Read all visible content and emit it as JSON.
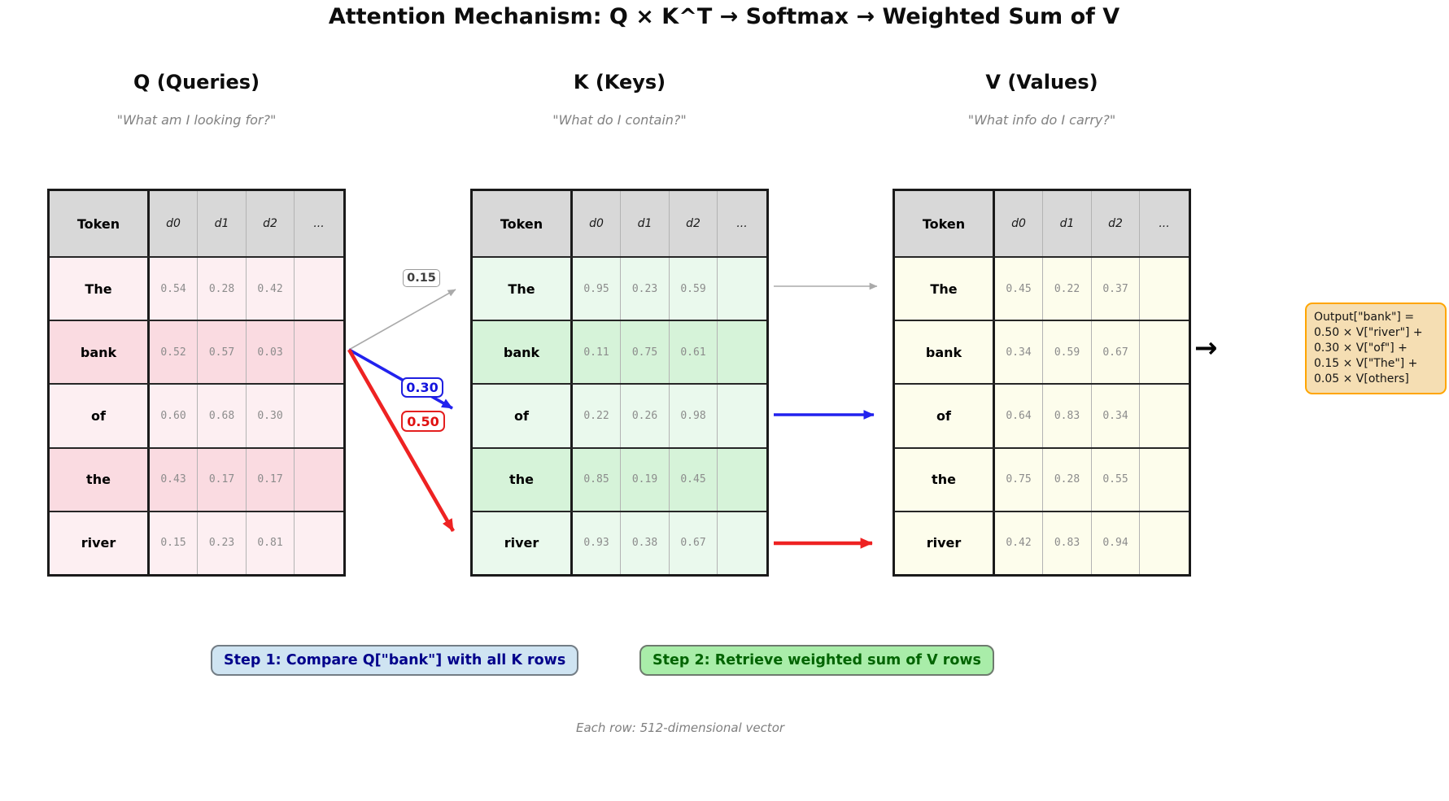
{
  "title": "Attention Mechanism: Q × K^T → Softmax → Weighted Sum of V",
  "matrices": {
    "q": {
      "heading": "Q (Queries)",
      "subtitle": "\"What am I looking for?\"",
      "headers": [
        "Token",
        "d0",
        "d1",
        "d2",
        "..."
      ],
      "rows": [
        {
          "token": "The",
          "values": [
            "0.54",
            "0.28",
            "0.42"
          ]
        },
        {
          "token": "bank",
          "values": [
            "0.52",
            "0.57",
            "0.03"
          ]
        },
        {
          "token": "of",
          "values": [
            "0.60",
            "0.68",
            "0.30"
          ]
        },
        {
          "token": "the",
          "values": [
            "0.43",
            "0.17",
            "0.17"
          ]
        },
        {
          "token": "river",
          "values": [
            "0.15",
            "0.23",
            "0.81"
          ]
        }
      ]
    },
    "k": {
      "heading": "K (Keys)",
      "subtitle": "\"What do I contain?\"",
      "headers": [
        "Token",
        "d0",
        "d1",
        "d2",
        "..."
      ],
      "rows": [
        {
          "token": "The",
          "values": [
            "0.95",
            "0.23",
            "0.59"
          ]
        },
        {
          "token": "bank",
          "values": [
            "0.11",
            "0.75",
            "0.61"
          ]
        },
        {
          "token": "of",
          "values": [
            "0.22",
            "0.26",
            "0.98"
          ]
        },
        {
          "token": "the",
          "values": [
            "0.85",
            "0.19",
            "0.45"
          ]
        },
        {
          "token": "river",
          "values": [
            "0.93",
            "0.38",
            "0.67"
          ]
        }
      ]
    },
    "v": {
      "heading": "V (Values)",
      "subtitle": "\"What info do I carry?\"",
      "headers": [
        "Token",
        "d0",
        "d1",
        "d2",
        "..."
      ],
      "rows": [
        {
          "token": "The",
          "values": [
            "0.45",
            "0.22",
            "0.37"
          ]
        },
        {
          "token": "bank",
          "values": [
            "0.34",
            "0.59",
            "0.67"
          ]
        },
        {
          "token": "of",
          "values": [
            "0.64",
            "0.83",
            "0.34"
          ]
        },
        {
          "token": "the",
          "values": [
            "0.75",
            "0.28",
            "0.55"
          ]
        },
        {
          "token": "river",
          "values": [
            "0.42",
            "0.83",
            "0.94"
          ]
        }
      ]
    }
  },
  "attention_weights": {
    "to_The": "0.15",
    "to_of": "0.30",
    "to_river": "0.50"
  },
  "output_arrow": "→",
  "output_box": {
    "lines": [
      "Output[\"bank\"] =",
      "0.50 × V[\"river\"] +",
      "0.30 × V[\"of\"] +",
      "0.15 × V[\"The\"] +",
      "0.05 × V[others]"
    ]
  },
  "steps": {
    "step1": "Step 1: Compare Q[\"bank\"] with all K rows",
    "step2": "Step 2: Retrieve weighted sum of V rows"
  },
  "footer": "Each row: 512-dimensional vector",
  "colors": {
    "weight_gray": "#aaaaaa",
    "weight_blue": "#2222ee",
    "weight_red": "#ee2222",
    "q_row_light": "#fdeff2",
    "q_row_dark": "#fadbe1",
    "k_row_light": "#eaf9ed",
    "k_row_dark": "#d6f3d9",
    "v_row": "#fdfdec",
    "header_bg": "#d8d8d8",
    "output_box_bg": "#f5deb3",
    "output_box_border": "#ffa500",
    "step1_bg": "#cfe4f2",
    "step1_text": "#00008b",
    "step2_bg": "#a9eda9",
    "step2_text": "#006400"
  }
}
